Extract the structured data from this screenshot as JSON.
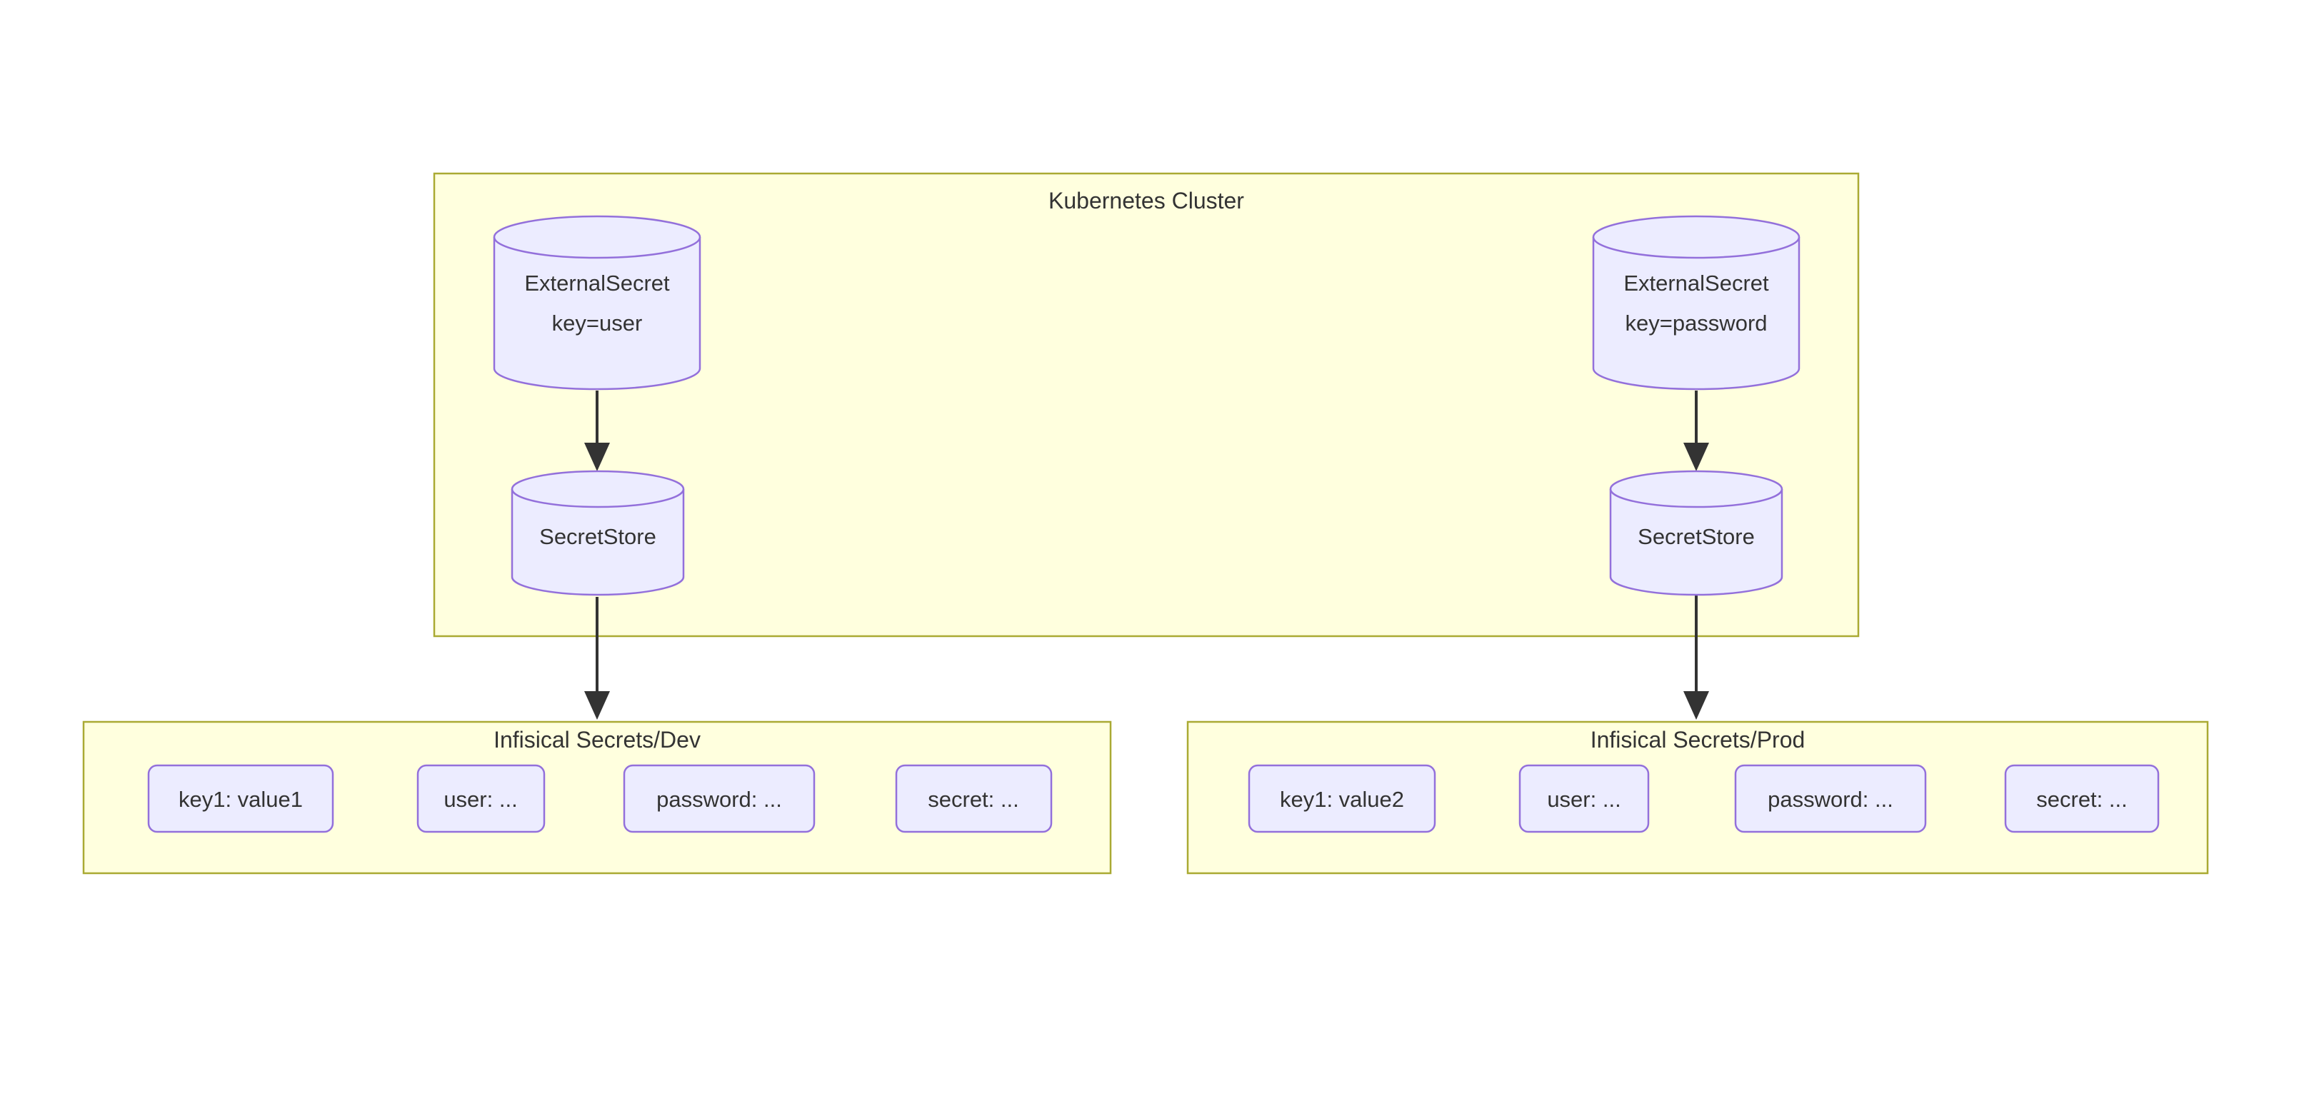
{
  "diagram": {
    "type": "flowchart",
    "cluster": {
      "label": "Kubernetes Cluster"
    },
    "nodes": {
      "es_dev": {
        "shape": "cylinder",
        "line1": "ExternalSecret",
        "line2": "key=user"
      },
      "ss_dev": {
        "shape": "cylinder",
        "label": "SecretStore"
      },
      "es_prod": {
        "shape": "cylinder",
        "line1": "ExternalSecret",
        "line2": "key=password"
      },
      "ss_prod": {
        "shape": "cylinder",
        "label": "SecretStore"
      }
    },
    "groups": {
      "dev": {
        "label": "Infisical Secrets/Dev",
        "items": [
          "key1: value1",
          "user: ...",
          "password: ...",
          "secret: ..."
        ]
      },
      "prod": {
        "label": "Infisical Secrets/Prod",
        "items": [
          "key1: value2",
          "user: ...",
          "password: ...",
          "secret: ..."
        ]
      }
    },
    "edges": [
      {
        "from": "ExternalSecret key=user",
        "to": "SecretStore (dev)"
      },
      {
        "from": "SecretStore (dev)",
        "to": "Infisical Secrets/Dev"
      },
      {
        "from": "ExternalSecret key=password",
        "to": "SecretStore (prod)"
      },
      {
        "from": "SecretStore (prod)",
        "to": "Infisical Secrets/Prod"
      }
    ],
    "colors": {
      "background": "#ffffff",
      "cluster_fill": "#ffffde",
      "cluster_border": "#aaaa33",
      "node_fill": "#ECECFF",
      "node_border": "#9370DB",
      "text": "#333333",
      "edge": "#333333"
    }
  }
}
